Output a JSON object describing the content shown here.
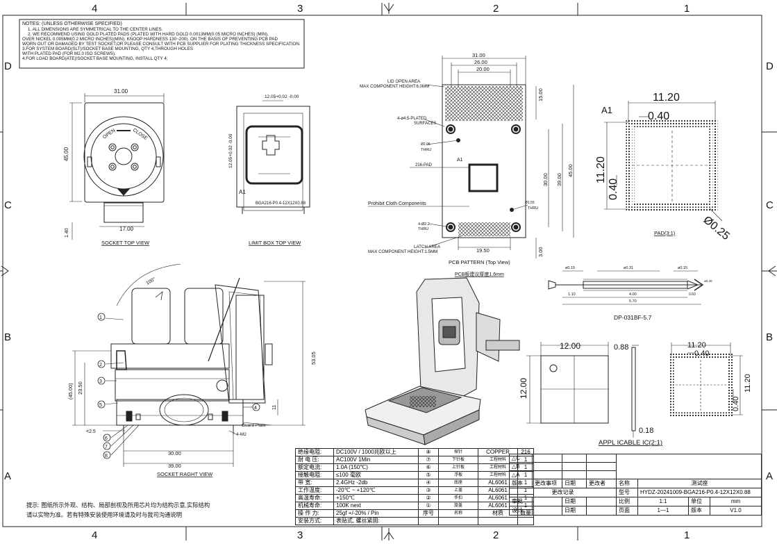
{
  "zones": {
    "columns": [
      "4",
      "3",
      "2",
      "1"
    ],
    "rows": [
      "D",
      "C",
      "B",
      "A"
    ]
  },
  "notes": {
    "heading": "NOTES: (UNLESS OTHERWISE SPECIFIED)",
    "lines": [
      "1. ALL DIMENSIONS ARE SYMMETRICAL TO THE CENTER LINES.",
      "2. WE RECOMMEND USING GOLD PLATED PADS (PLATED WITH HARD GOLD 0.0013MM(0.05 MICRO INCHES) (MIN),",
      "OVER NICKEL 0.005MM(0.2 MICRO INCHES)(MIN), KNOOP HARDNESS 130~200). ON THE BASIS OF PREVENTING PCB PAD",
      "WORN OUT OR DAMAGED BY TEST SOCKET,OR PLEASE CONSULT WITH PCB SUPPLIER FOR PLATING THICKNESS SPECIFICATION.",
      "3.FOR SYSTEM BOARD(SLT)/SOCKET BASE MOUNTING, QTY 4,THROUGH HOLES",
      "WITH PLATED PAD (FOR M2.0 ISO SCREWS).",
      "4.FOR LOAD BOARD(ATE)/SOCKET BASE MOUNTING, INSTALL QTY 4;"
    ]
  },
  "socket_top_view": {
    "dim_width": "31.00",
    "dim_height": "45.00",
    "dim_latch": "17.00",
    "dim_base": "1.40",
    "open_label": "OPEN",
    "close_label": "CLOSE",
    "caption": "SOCKET TOP VIEW"
  },
  "limit_box_view": {
    "dim_width": "12.05+0.02 -0.00",
    "dim_height": "12.05+0.02 -0.00",
    "a1_label": "A1",
    "part_label": "BGA216-P0.4-12X12X0.88",
    "caption": "LIMIT BOX  TOP VIEW"
  },
  "pcb_pattern": {
    "dim_31": "31.00",
    "dim_26": "26.00",
    "dim_20": "20.00",
    "dim_15": "15.00",
    "dim_30": "30.00",
    "dim_39": "39.00",
    "dim_45": "45.00",
    "dim_3": "3.00",
    "dim_19_5": "19.50",
    "lid_open_label": "LID OPEN AREA",
    "max_height_top": "MAX COMPONENT HEIGHT:6.0MM",
    "plated_holes": "4-ø4.5-PLATED",
    "surfaces": "SURFACES",
    "hole_top": "Ø2.05",
    "thru": "THRU",
    "a1_label": "A1",
    "pad_label": "216-PAD",
    "prohibit": "Prohibit Cloth Components",
    "hole_right": "Ø1.55",
    "hole_bottom": "4-Ø2.2",
    "latch_label": "LATCH AREA",
    "max_height_bottom": "MAX COMPONENT HEIGHT:1.5MM",
    "caption": "PCB PATTERN (Top View)",
    "thickness": "PCB板建议厚度1.6mm"
  },
  "pad_view": {
    "a1_label": "A1",
    "dim_width": "11.20",
    "dim_height": "11.20",
    "dim_pitch": "0.40",
    "dim_ball": "Ø0.25",
    "caption": "PAD(3:1)"
  },
  "pogo_pin": {
    "dim_015": "ø0.15",
    "dim_031": "ø0.31",
    "dim_110": "1.10",
    "dim_400": "4.00",
    "dim_060": "0.60",
    "dim_tip": "ø0.20",
    "dim_570": "5.70",
    "caption": "DP-031BF-5.7"
  },
  "applicable_ic": {
    "dim_width": "12.00",
    "dim_height": "12.00",
    "dim_thickness": "0.88",
    "dim_body": "11.20",
    "dim_pitch": "0.40",
    "dim_gap": "0.18",
    "caption": "APPL  ICABLE IC(2:1)"
  },
  "right_view": {
    "callouts": [
      "1",
      "2",
      "3",
      "5",
      "4",
      "6",
      "7",
      "8"
    ],
    "dim_angle": "100°",
    "dim_45": "(45.00)",
    "dim_23_5": "23.50",
    "dim_53_05": "53.05",
    "dim_11": "11",
    "dim_2_5": "<2.5",
    "dim_30": "30.00",
    "dim_39": "39.00",
    "guard_plate": "Guard Plate",
    "m2_label": "4-M2",
    "caption": "SOCKET RAGHT VIEW"
  },
  "cn_notice": {
    "line1": "提示: 图纸所示外观、结构、局部剖视及所用芯片均为结构示意,实际结构",
    "line2": "请以实物为准。若有特殊安装使用环境请及时与我司沟通说明"
  },
  "spec_rows": [
    {
      "label": "绝缘电阻:",
      "value": "DC100V / 1000兆欧以上",
      "no": "⑧",
      "part": "探针",
      "material": "COPPER",
      "qty": "216"
    },
    {
      "label": "耐 电 压:",
      "value": "AC100V 1Min",
      "no": "⑦",
      "part": "下针板",
      "material": "工程材料",
      "qty": "1"
    },
    {
      "label": "额定电流:",
      "value": "1.0A (150℃)",
      "no": "⑥",
      "part": "上针板",
      "material": "工程材料",
      "qty": "1"
    },
    {
      "label": "接触电阻:",
      "value": "≤100 毫欧",
      "no": "⑤",
      "part": "浮板",
      "material": "工程材料",
      "qty": "1"
    },
    {
      "label": "带    宽:",
      "value": "2.4GHz -2db",
      "no": "④",
      "part": "底座",
      "material": "AL6061",
      "qty": "1"
    },
    {
      "label": "工作温度:",
      "value": "-20℃ ~ +120℃",
      "no": "③",
      "part": "上盖",
      "material": "AL6061",
      "qty": "1"
    },
    {
      "label": "高温寿命:",
      "value": "+150℃",
      "no": "②",
      "part": "手扣",
      "material": "AL6061",
      "qty": "1"
    },
    {
      "label": "机械寿命:",
      "value": "100K next",
      "no": "①",
      "part": "旋盖",
      "material": "AL6061",
      "qty": "1"
    },
    {
      "label": "操 作 力:",
      "value": "25gf +/-20% / Pin",
      "no": "序号",
      "part": "名称",
      "material": "材质",
      "qty": "数量"
    },
    {
      "label": "安装方式:",
      "value": "表贴式, 螺丝紧固:",
      "no": "",
      "part": "",
      "material": "",
      "qty": ""
    }
  ],
  "title_block": {
    "revs": [
      "△C",
      "△B",
      "△A"
    ],
    "version_label": "版本",
    "change_item": "更改事项",
    "date_label": "日期",
    "changer": "更改者",
    "name_label": "名称",
    "name_value": "测试座",
    "change_record": "更改记录",
    "model_label": "型号",
    "model_value": "HYDZ-20241009-BGA216-P0.4-12X12X0.88",
    "review_label": "审批",
    "scale_label": "比例",
    "scale_value": "1:1",
    "unit_label": "单位",
    "unit_value": "mm",
    "design_label": "设计",
    "page_label": "页面",
    "page_value": "1—1",
    "ver_label": "版本",
    "ver_value": "V1.0"
  }
}
